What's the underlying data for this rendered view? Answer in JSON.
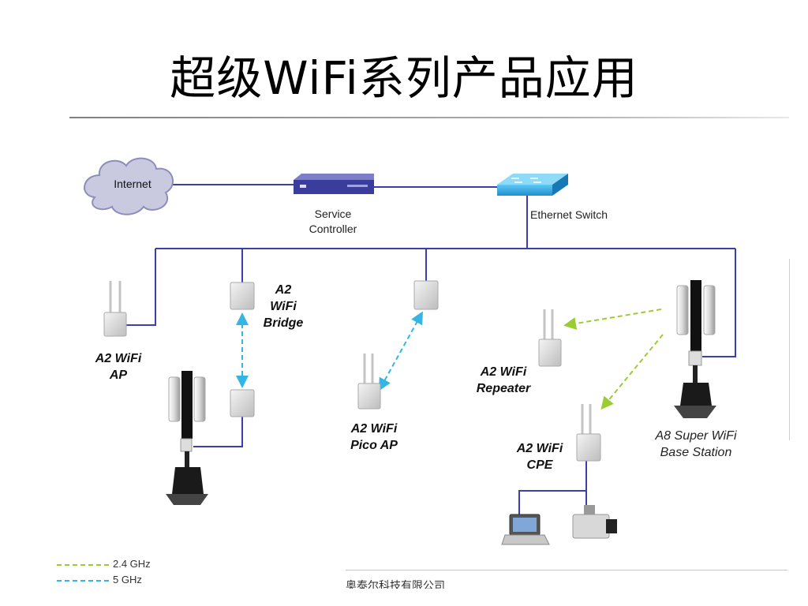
{
  "slide": {
    "title": "超级WiFi系列产品应用",
    "footer": "奥泰尔科技有限公司"
  },
  "colors": {
    "wire": "#3a3fb0",
    "ghz24": "#9acd32",
    "ghz5": "#33b5e5"
  },
  "diagram": {
    "internet": "Internet",
    "service_controller": [
      "Service",
      "Controller"
    ],
    "ethernet_switch": "Ethernet Switch",
    "devices": {
      "ap": [
        "A2 WiFi",
        "AP"
      ],
      "bridge": [
        "A2",
        "WiFi",
        "Bridge"
      ],
      "pico": [
        "A2 WiFi",
        "Pico AP"
      ],
      "repeater": [
        "A2 WiFi",
        "Repeater"
      ],
      "cpe": [
        "A2 WiFi",
        "CPE"
      ],
      "base_station": [
        "A8 Super WiFi",
        "Base Station"
      ]
    }
  },
  "legend": [
    {
      "label": "2.4 GHz",
      "color": "#9acd32"
    },
    {
      "label": "5 GHz",
      "color": "#33b5e5"
    }
  ]
}
